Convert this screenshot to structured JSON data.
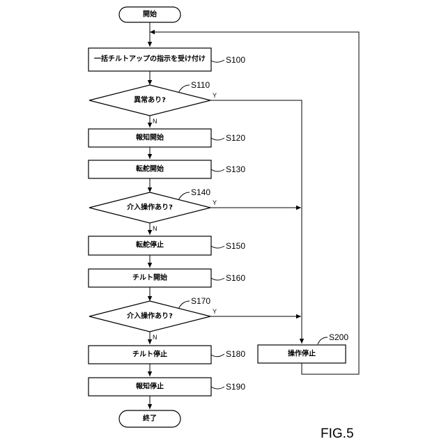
{
  "nodes": {
    "start": "開始",
    "s100": "一括チルトアップの指示を受け付け",
    "s110": "異常あり?",
    "s120": "報知開始",
    "s130": "転舵開始",
    "s140": "介入操作あり?",
    "s150": "転舵停止",
    "s160": "チルト開始",
    "s170": "介入操作あり?",
    "s180": "チルト停止",
    "s190": "報知停止",
    "s200": "操作停止",
    "end": "終了"
  },
  "step_labels": {
    "s100": "S100",
    "s110": "S110",
    "s120": "S120",
    "s130": "S130",
    "s140": "S140",
    "s150": "S150",
    "s160": "S160",
    "s170": "S170",
    "s180": "S180",
    "s190": "S190",
    "s200": "S200"
  },
  "branch_labels": {
    "s110_yes": "Y",
    "s110_no": "N",
    "s140_yes": "Y",
    "s140_no": "N",
    "s170_yes": "Y",
    "s170_no": "N"
  },
  "figure_label": "FIG.5"
}
